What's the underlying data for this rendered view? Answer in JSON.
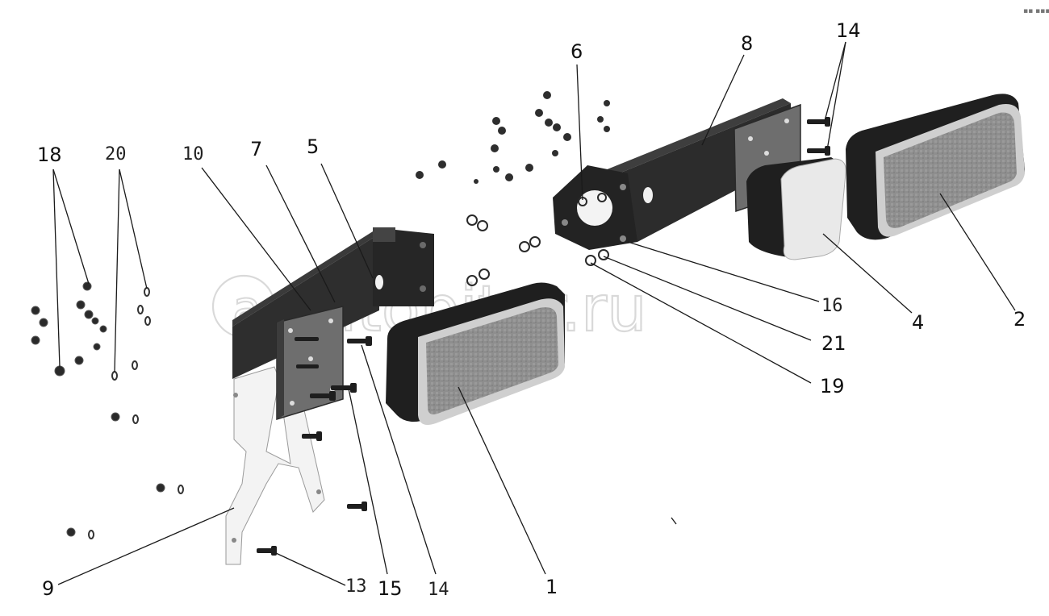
{
  "diagram": {
    "watermark": "autopiter.ru",
    "corner_mark": "▪▪ ▪▪▪",
    "callouts": {
      "c1": "1",
      "c2": "2",
      "c4": "4",
      "c5": "5",
      "c6": "6",
      "c7": "7",
      "c8": "8",
      "c9": "9",
      "c10": "10",
      "c13": "13",
      "c14_top": "14",
      "c14_bottom": "14",
      "c15": "15",
      "c16": "16",
      "c18": "18",
      "c19": "19",
      "c20": "20",
      "c21": "21"
    }
  }
}
